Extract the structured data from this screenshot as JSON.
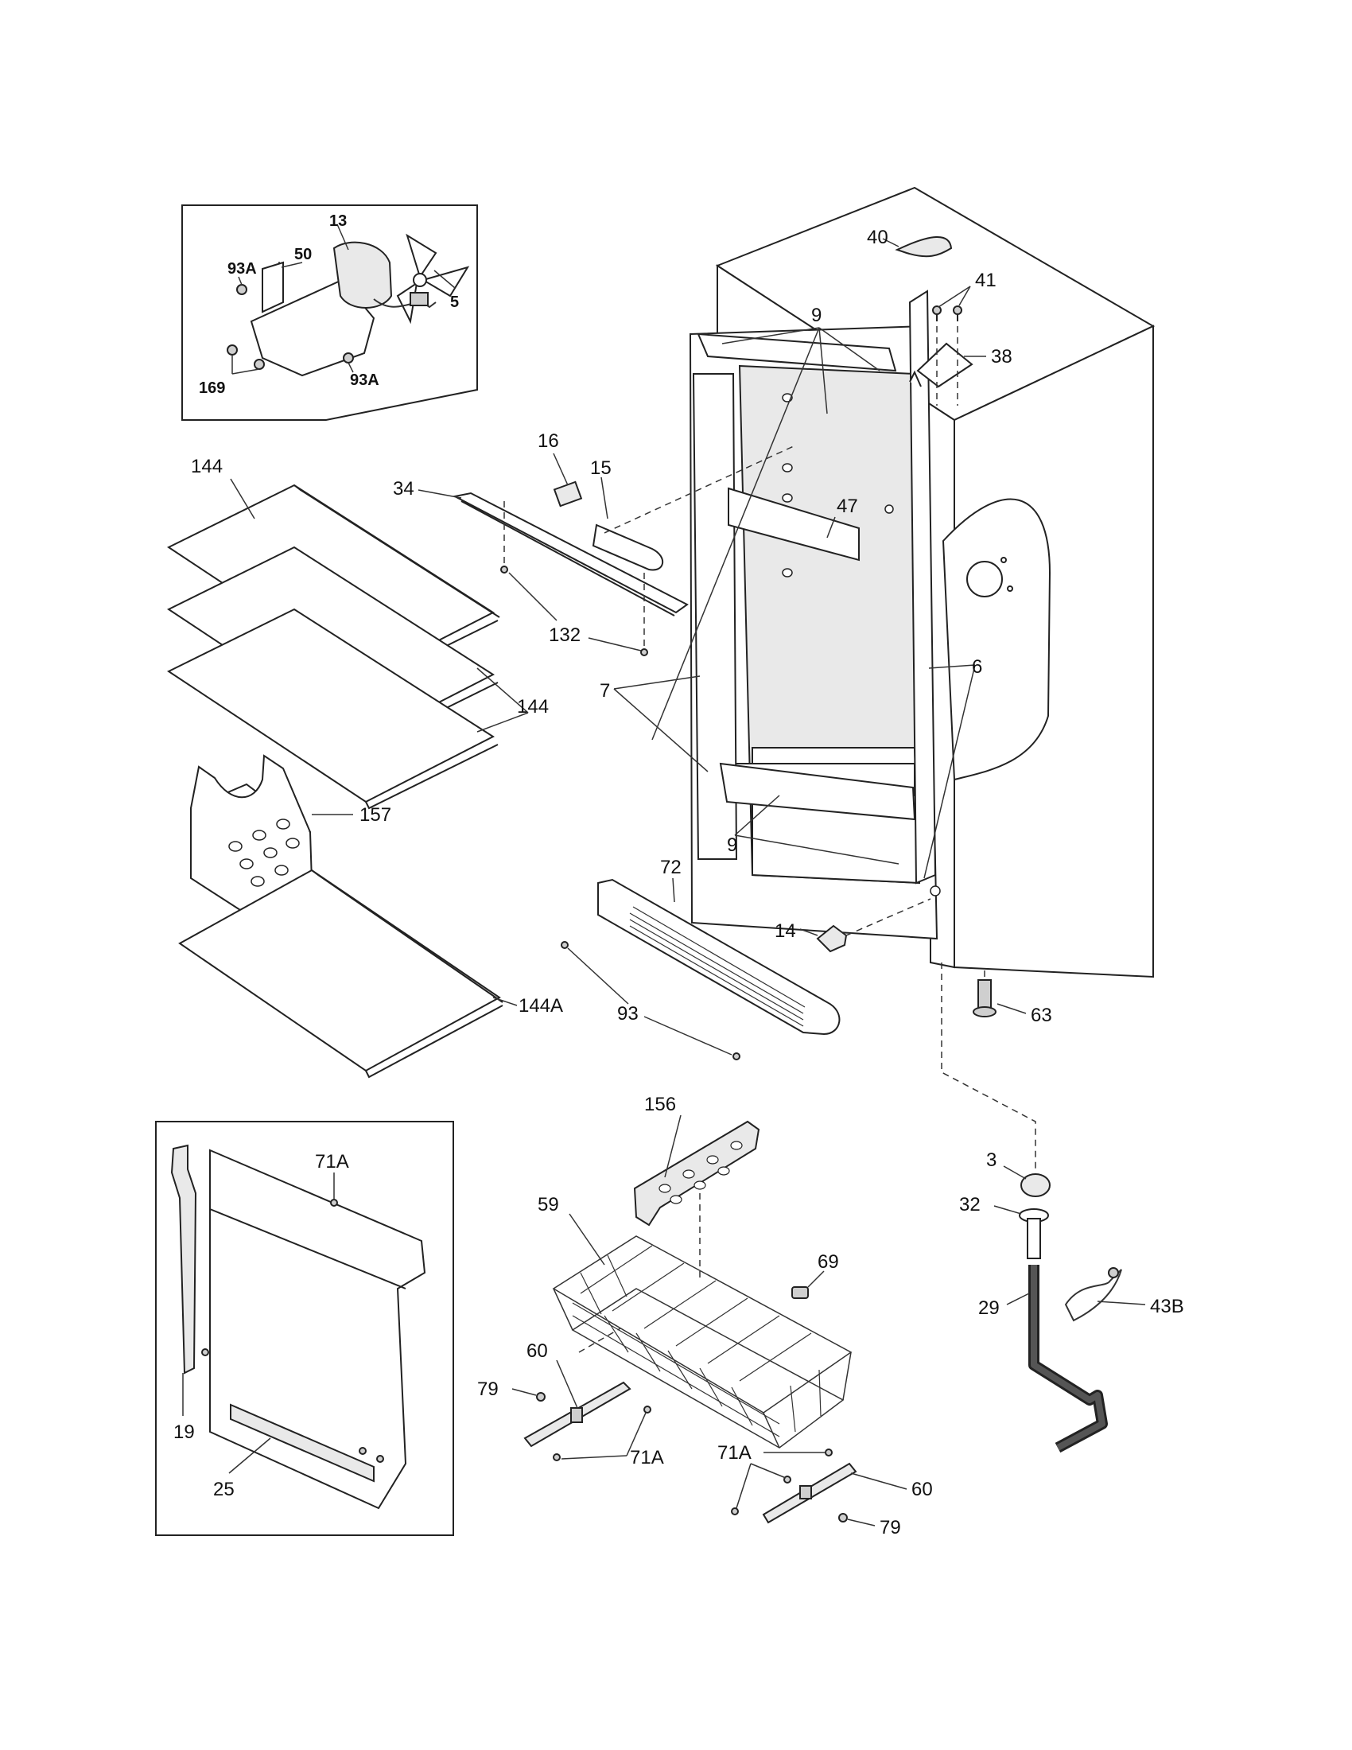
{
  "diagram": {
    "labels": {
      "l_13": "13",
      "l_50": "50",
      "l_93A_a": "93A",
      "l_5": "5",
      "l_169": "169",
      "l_93A_b": "93A",
      "l_144_a": "144",
      "l_144_b": "144",
      "l_157": "157",
      "l_144A": "144A",
      "l_16": "16",
      "l_15": "15",
      "l_34": "34",
      "l_132": "132",
      "l_7": "7",
      "l_9_top": "9",
      "l_40": "40",
      "l_41": "41",
      "l_38": "38",
      "l_47": "47",
      "l_6": "6",
      "l_9_bot": "9",
      "l_72": "72",
      "l_14": "14",
      "l_93": "93",
      "l_63": "63",
      "l_71A_inset": "71A",
      "l_19": "19",
      "l_25": "25",
      "l_156": "156",
      "l_59": "59",
      "l_69": "69",
      "l_60_a": "60",
      "l_79_a": "79",
      "l_71A_a": "71A",
      "l_71A_b": "71A",
      "l_60_b": "60",
      "l_79_b": "79",
      "l_3": "3",
      "l_32": "32",
      "l_29": "29",
      "l_43B": "43B"
    }
  }
}
